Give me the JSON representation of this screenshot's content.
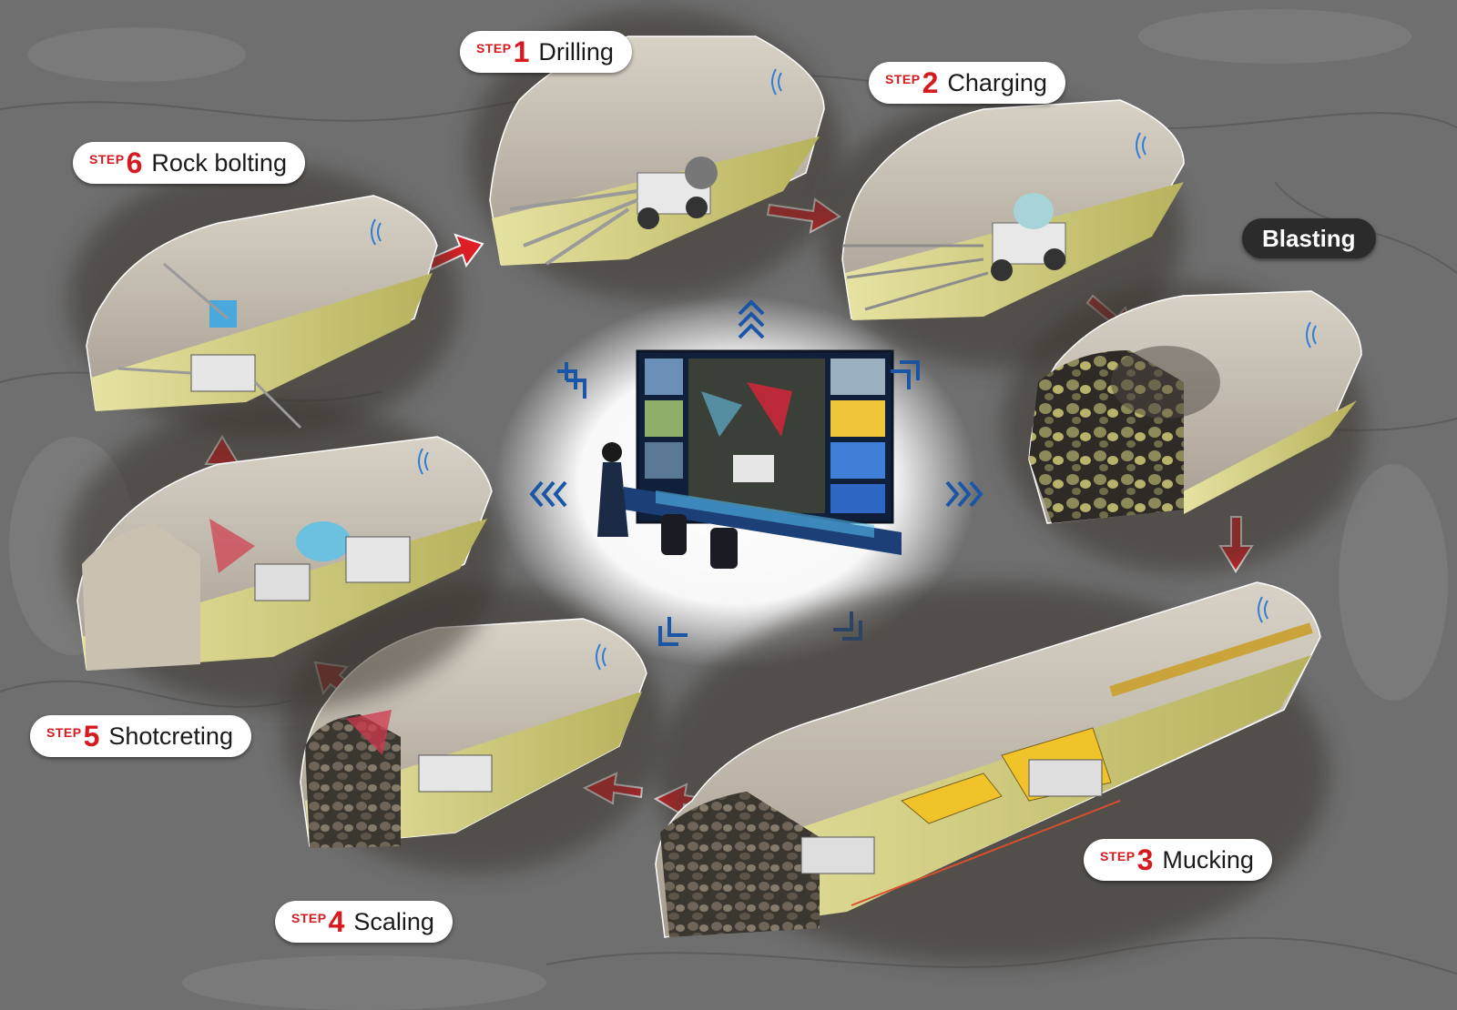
{
  "steps": [
    {
      "word": "STEP",
      "number": "1",
      "name": "Drilling"
    },
    {
      "word": "STEP",
      "number": "2",
      "name": "Charging"
    },
    {
      "word": "STEP",
      "number": "3",
      "name": "Mucking"
    },
    {
      "word": "STEP",
      "number": "4",
      "name": "Scaling"
    },
    {
      "word": "STEP",
      "number": "5",
      "name": "Shotcreting"
    },
    {
      "word": "STEP",
      "number": "6",
      "name": "Rock bolting"
    }
  ],
  "blasting": {
    "label": "Blasting"
  },
  "colors": {
    "accent_red": "#d71920",
    "rock_gray": "#6e6e6e",
    "tunnel_floor": "#d6d48a",
    "tunnel_wall": "#c9c1b3",
    "signal_blue": "#1a56a8",
    "label_dark": "#2b2b2b"
  },
  "icons": [
    "wifi-signal-icon",
    "flow-arrow-icon",
    "chevron-icon"
  ]
}
